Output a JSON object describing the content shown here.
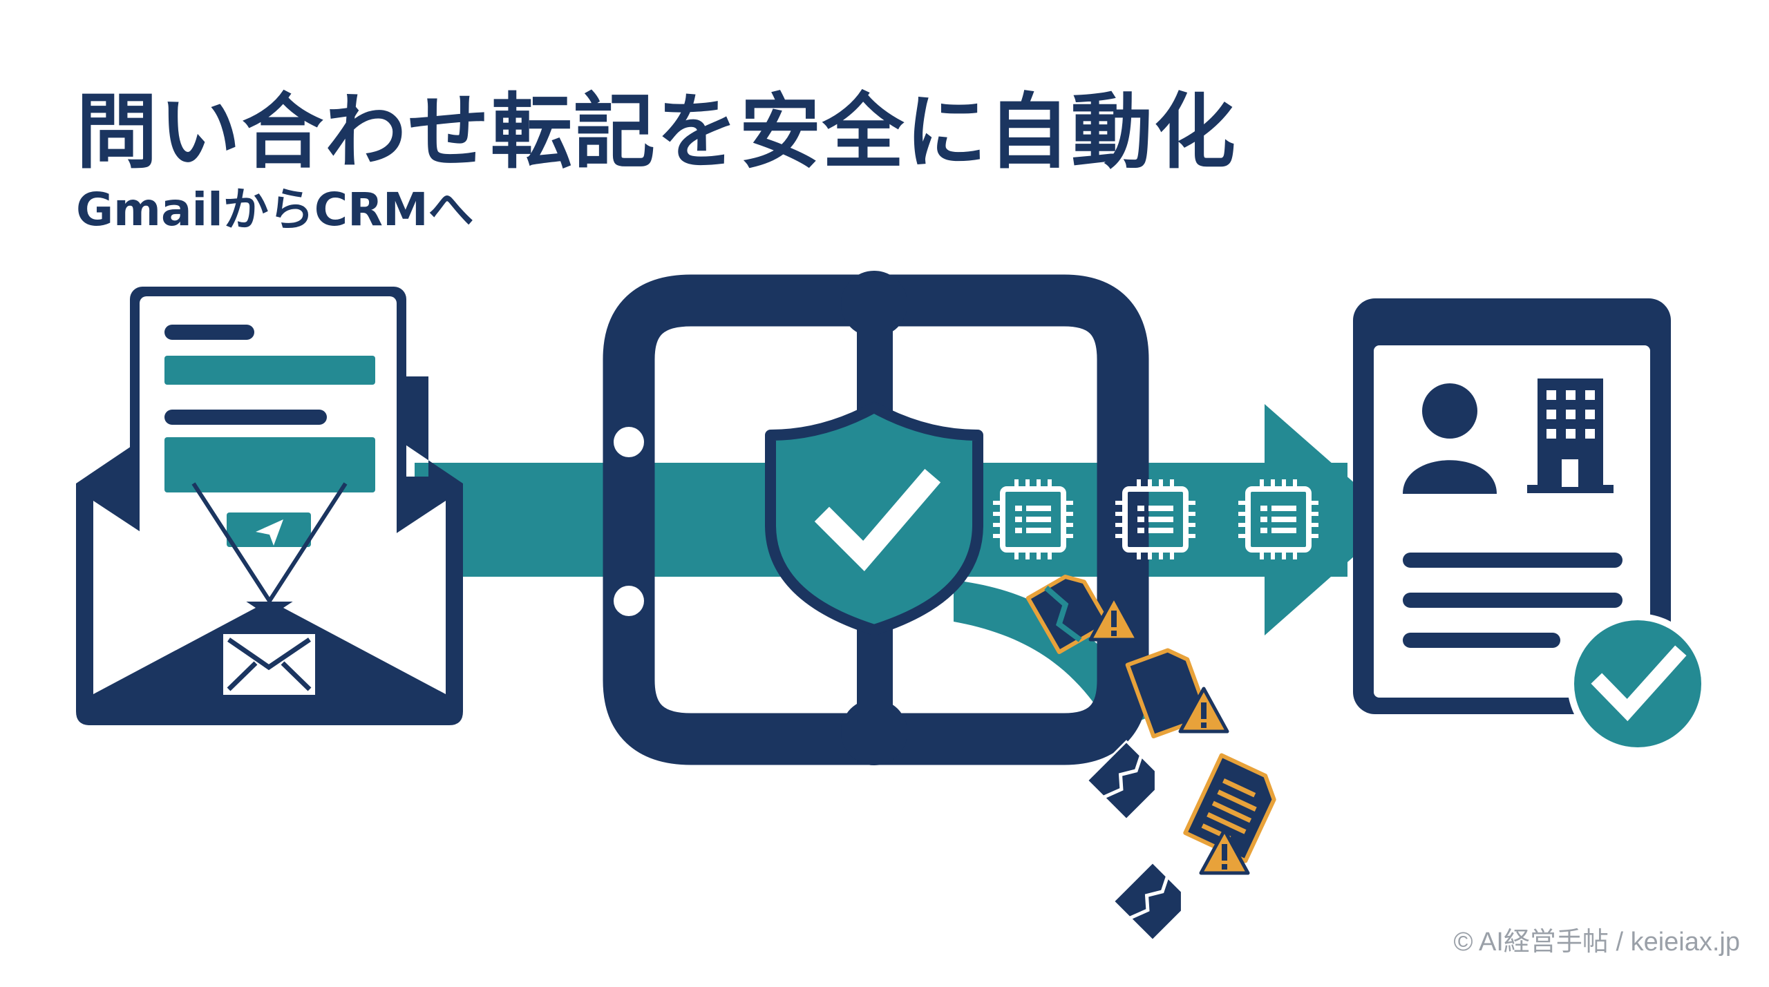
{
  "title": "問い合わせ転記を安全に自動化",
  "subtitle": "GmailからCRMへ",
  "credit": "© AI経営手帖 / keieiax.jp",
  "colors": {
    "navy": "#1b3560",
    "teal": "#248a93",
    "orange": "#e8a23a",
    "white": "#ffffff"
  },
  "icons": {
    "source": "gmail-envelope-with-form-icon",
    "gate": "security-gate-shield-icon",
    "processing": "chip-icon",
    "rejected": "broken-warning-document-icon",
    "destination": "crm-contact-record-icon"
  }
}
